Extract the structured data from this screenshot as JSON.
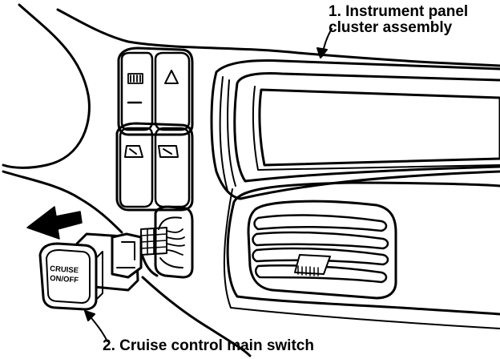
{
  "callouts": {
    "instrument_panel": {
      "line1": "1. Instrument panel",
      "line2": "cluster assembly"
    },
    "cruise_switch": "2. Cruise control main switch"
  },
  "switch_label": {
    "line1": "CRUISE",
    "line2": "ON/OFF"
  }
}
